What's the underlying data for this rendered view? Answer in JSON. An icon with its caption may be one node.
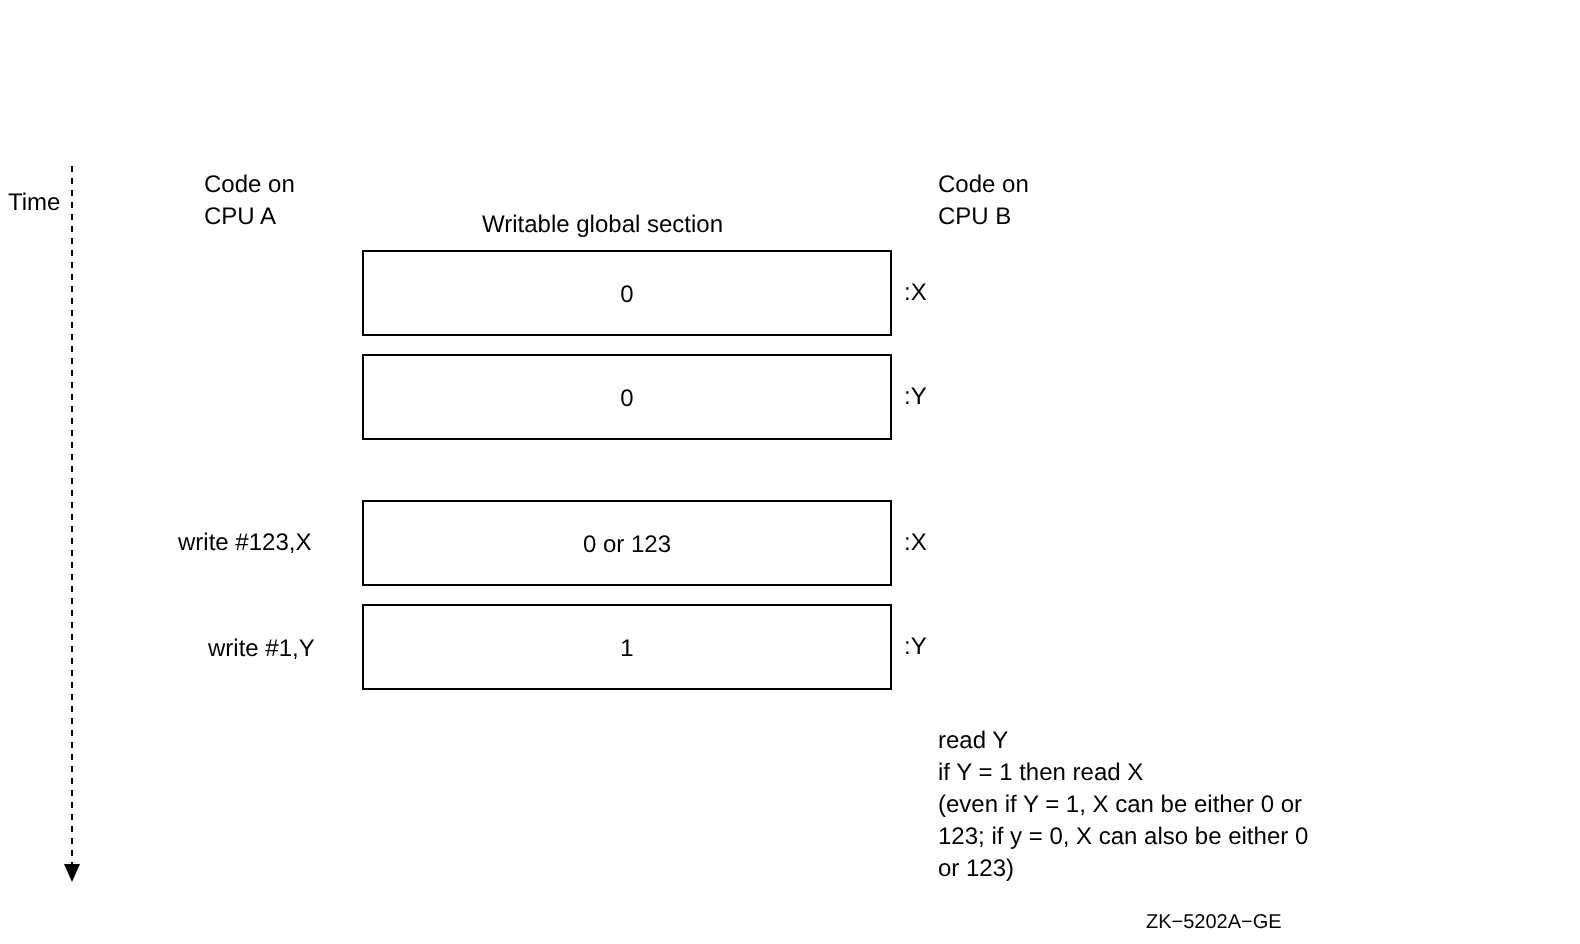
{
  "diagram": {
    "nodes": [
      {
        "text": [
          "0"
        ],
        "beside": [
          ":X"
        ]
      },
      {
        "text": [
          "0"
        ],
        "beside": [
          ":Y"
        ]
      },
      {
        "text": [
          "0 or 123"
        ],
        "beside": [
          ":X"
        ]
      },
      {
        "text": [
          "1"
        ],
        "beside": [
          ":Y"
        ]
      }
    ],
    "labels": [
      "Time",
      "Code on CPU A",
      "Writable global section",
      "Code on CPU B",
      "write #123,X",
      "write #1,Y",
      "read Y",
      "if Y = 1 then read X",
      "(even if Y = 1, X can be either 0 or 123; if y = 0, X can also be either 0 or 123)",
      "ZK−5202A−GE"
    ]
  }
}
